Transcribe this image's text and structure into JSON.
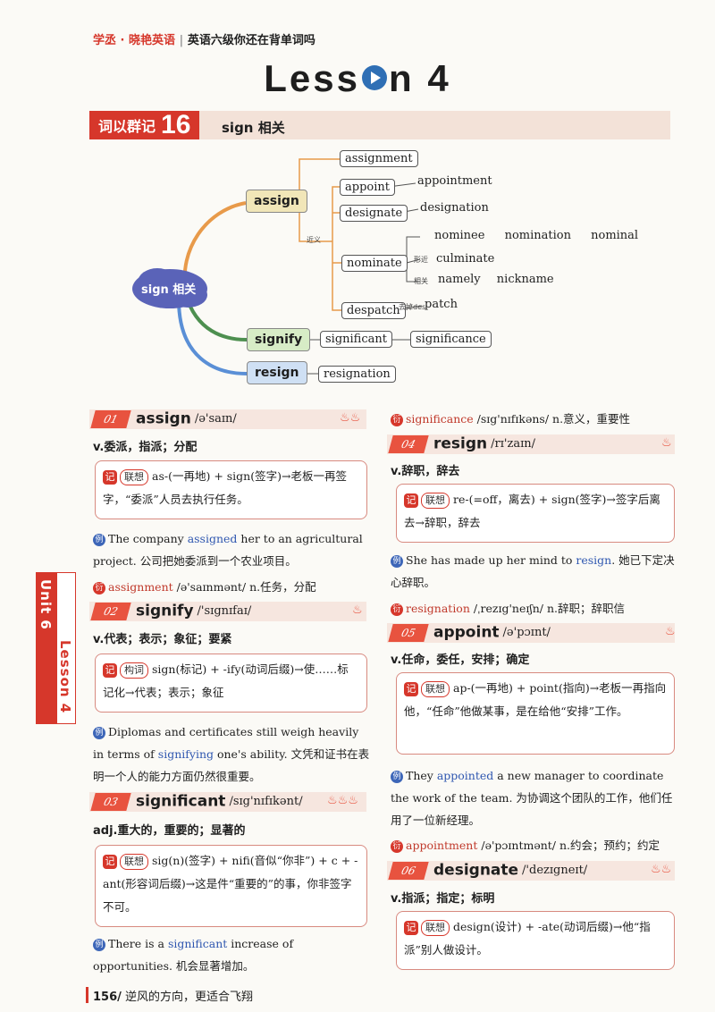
{
  "header": {
    "brand": "学丞 · 晓艳英语",
    "subtitle": "英语六级你还在背单词吗"
  },
  "title": {
    "left": "Less",
    "right": "n 4"
  },
  "group": {
    "label": "词以群记",
    "number": "16",
    "topic": "sign 相关"
  },
  "mindmap": {
    "center": "sign 相关",
    "branches": [
      "assign",
      "signify",
      "resign"
    ],
    "assign_children": [
      "assignment",
      "appoint",
      "designate",
      "nominate",
      "despatch"
    ],
    "appoint_child": "appointment",
    "designate_child": "designation",
    "nominate_row": [
      "nominee",
      "nomination",
      "nominal"
    ],
    "nominate_similar": "culminate",
    "nominate_related": [
      "namely",
      "nickname"
    ],
    "despatch_child": "patch",
    "signify_children": [
      "significant",
      "significance"
    ],
    "resign_child": "resignation",
    "tag_synonym": "近义",
    "tag_similar": "形近",
    "tag_related": "相关",
    "tag_remove": "去掉des"
  },
  "entries": {
    "e01": {
      "num": "01",
      "word": "assign",
      "phon": "/ə'saɪn/",
      "pos": "v.委派，指派；分配",
      "box_label": "联想",
      "box_text": "as-(一再地) + sign(签字)→老板一再签字，“委派”人员去执行任务。",
      "ex_pre": "The company ",
      "ex_kw": "assigned",
      "ex_post": " her to an agricultural project. 公司把她委派到一个农业项目。",
      "der_word": "assignment",
      "der_rest": " /ə'saɪnmənt/ n.任务，分配"
    },
    "e02": {
      "num": "02",
      "word": "signify",
      "phon": "/'sɪgnɪfaɪ/",
      "pos": "v.代表；表示；象征；要紧",
      "box_label": "构词",
      "box_text": "sign(标记) + -ify(动词后缀)→使……标记化→代表；表示；象征",
      "ex_pre": "Diplomas and certificates still weigh heavily in terms of ",
      "ex_kw": "signifying",
      "ex_post": " one's ability. 文凭和证书在表明一个人的能力方面仍然很重要。"
    },
    "e03": {
      "num": "03",
      "word": "significant",
      "phon": "/sɪg'nɪfɪkənt/",
      "pos": "adj.重大的，重要的；显著的",
      "box_label": "联想",
      "box_text": "sig(n)(签字) + nifi(音似“你非”) + c + -ant(形容词后缀)→这是件“重要的”的事，你非签字不可。",
      "ex_pre": "There is a ",
      "ex_kw": "significant",
      "ex_post": " increase of opportunities. 机会显著增加。"
    },
    "e03d": {
      "der_word": "significance",
      "der_rest": " /sɪg'nɪfɪkəns/ n.意义，重要性"
    },
    "e04": {
      "num": "04",
      "word": "resign",
      "phon": "/rɪ'zaɪn/",
      "pos": "v.辞职，辞去",
      "box_label": "联想",
      "box_text": "re-(=off，离去) + sign(签字)→签字后离去→辞职，辞去",
      "ex_pre": "She has made up her mind to ",
      "ex_kw": "resign",
      "ex_post": ". 她已下定决心辞职。",
      "der_word": "resignation",
      "der_rest": " /ˌrezɪg'neɪʃn/ n.辞职；辞职信"
    },
    "e05": {
      "num": "05",
      "word": "appoint",
      "phon": "/ə'pɔɪnt/",
      "pos": "v.任命，委任，安排；确定",
      "box_label": "联想",
      "box_text": "ap-(一再地) + point(指向)→老板一再指向他，“任命”他做某事，是在给他“安排”工作。",
      "ex_pre": "They ",
      "ex_kw": "appointed",
      "ex_post": " a new manager to coordinate the work of the team. 为协调这个团队的工作，他们任用了一位新经理。",
      "der_word": "appointment",
      "der_rest": " /ə'pɔɪntmənt/ n.约会；预约；约定"
    },
    "e06": {
      "num": "06",
      "word": "designate",
      "phon": "/'dezɪgneɪt/",
      "pos": "v.指派；指定；标明",
      "box_label": "联想",
      "box_text": "design(设计) + -ate(动词后缀)→他“指派”别人做设计。"
    }
  },
  "side_tab": {
    "unit": "Unit 6",
    "lesson": "Lesson 4"
  },
  "footer": {
    "page": "156/",
    "slogan": "逆风的方向，更适合飞翔"
  },
  "colors": {
    "accent": "#d6372b",
    "keyword": "#2f57b0"
  }
}
